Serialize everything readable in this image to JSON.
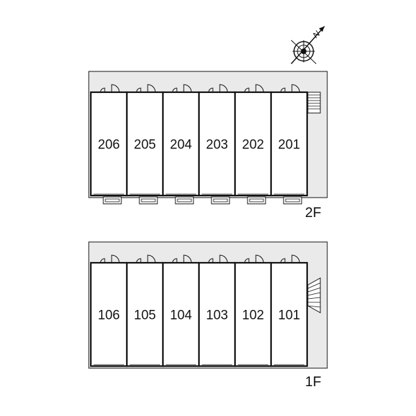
{
  "compass": {
    "icon": "north-arrow-icon",
    "letter": "N"
  },
  "floors": [
    {
      "label": "2F",
      "units": [
        "206",
        "205",
        "204",
        "203",
        "202",
        "201"
      ]
    },
    {
      "label": "1F",
      "units": [
        "106",
        "105",
        "104",
        "103",
        "102",
        "101"
      ]
    }
  ],
  "colors": {
    "corridor": "#eaeaea",
    "wall": "#111111",
    "unit_fill": "#ffffff"
  }
}
